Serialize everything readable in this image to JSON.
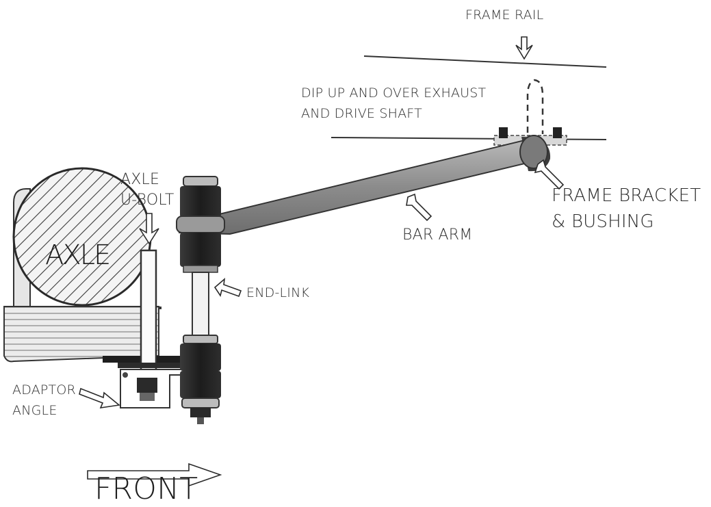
{
  "labels": {
    "frame_rail": "FRAME RAIL",
    "dip_line1": "DIP UP AND OVER EXHAUST",
    "dip_line2": "AND DRIVE SHAFT",
    "axle_word": "AXLE",
    "axle_ubolt_line1": "AXLE",
    "axle_ubolt_line2": "U-BOLT",
    "frame_bracket_line1": "FRAME BRACKET",
    "frame_bracket_line2": "& BUSHING",
    "bar_arm": "BAR ARM",
    "end_link": "END-LINK",
    "adaptor_line1": "ADAPTOR",
    "adaptor_line2": "ANGLE",
    "front": "FRONT"
  },
  "icons": [
    "hollow-arrow-icon"
  ]
}
